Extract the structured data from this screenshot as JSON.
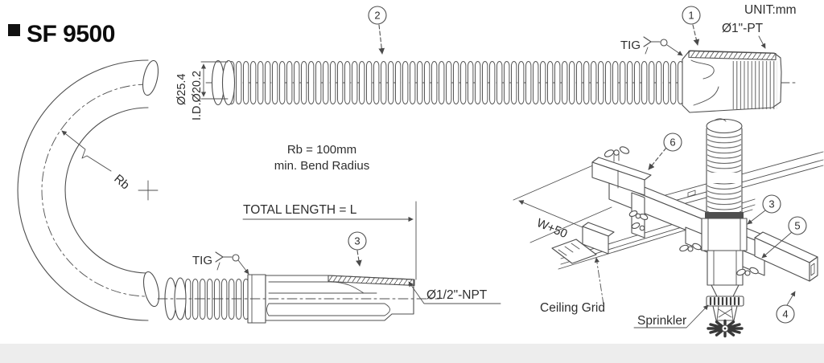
{
  "title": "SF 9500",
  "unit": "UNIT:mm",
  "hose_view": {
    "callout_1": "1",
    "callout_2": "2",
    "callout_3": "3",
    "tig_top": "TIG",
    "tig_bottom": "TIG",
    "pt_label": "Ø1\"-PT",
    "npt_label": "Ø1/2\"-NPT",
    "od_label": "Ø25.4",
    "id_label": "I.D.Ø20.2",
    "rb_label": "Rb",
    "bend_note_1": "Rb = 100mm",
    "bend_note_2": "min. Bend Radius",
    "total_length": "TOTAL LENGTH = L"
  },
  "install_view": {
    "callout_3": "3",
    "callout_4": "4",
    "callout_5": "5",
    "callout_6": "6",
    "w_dim": "W+50",
    "ceiling_grid": "Ceiling Grid",
    "sprinkler": "Sprinkler"
  },
  "colors": {
    "line": "#4f4f4f",
    "text": "#2e2e2e",
    "title": "#0c0c0c",
    "dark_fill": "#4f4f4f"
  }
}
